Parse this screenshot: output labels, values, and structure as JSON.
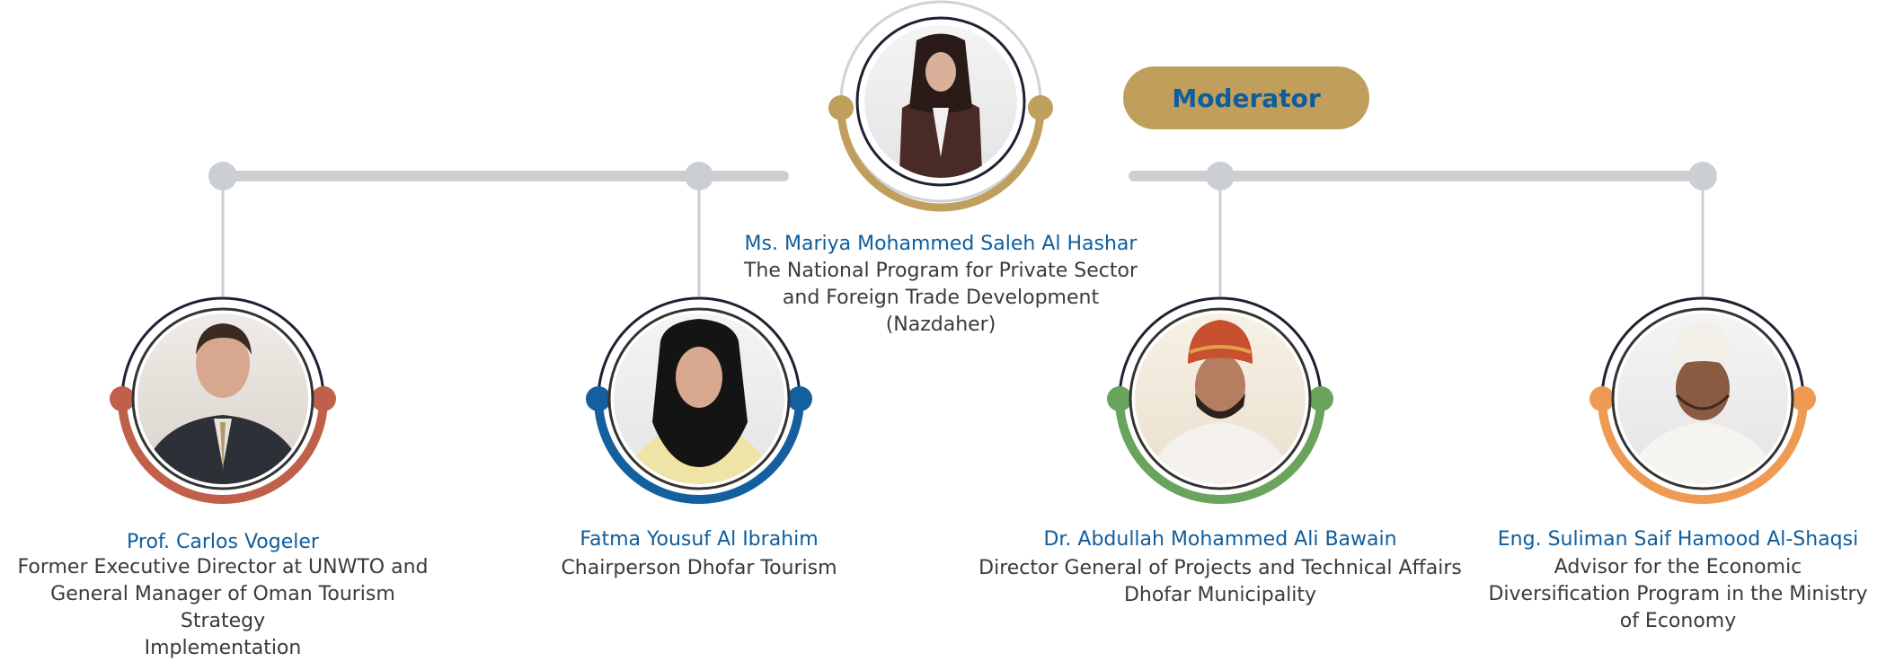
{
  "colors": {
    "line": "#cbcfd4",
    "dark_ring": "#1d2233",
    "gold": "#c09e5c",
    "name_blue": "#0f5d9c",
    "text_dark": "#3a3a3a"
  },
  "moderator_badge": {
    "label": "Moderator"
  },
  "moderator": {
    "name": "Ms. Mariya Mohammed Saleh Al Hashar",
    "role": "The National Program for Private Sector\nand Foreign Trade Development\n(Nazdaher)",
    "accent": "#c09e5c"
  },
  "panelists": [
    {
      "name": "Prof. Carlos Vogeler",
      "role": "Former Executive Director at UNWTO and\nGeneral Manager of Oman Tourism Strategy\nImplementation",
      "accent": "#c0604a"
    },
    {
      "name": "Fatma Yousuf Al Ibrahim",
      "role": "Chairperson Dhofar Tourism",
      "accent": "#14609e"
    },
    {
      "name": "Dr. Abdullah Mohammed Ali Bawain",
      "role": "Director General of Projects and Technical Affairs\nDhofar Municipality",
      "accent": "#6aa35c"
    },
    {
      "name": "Eng. Suliman Saif Hamood Al-Shaqsi",
      "role": "Advisor for the Economic\nDiversification Program in the Ministry\nof Economy",
      "accent": "#ef9a52"
    }
  ]
}
